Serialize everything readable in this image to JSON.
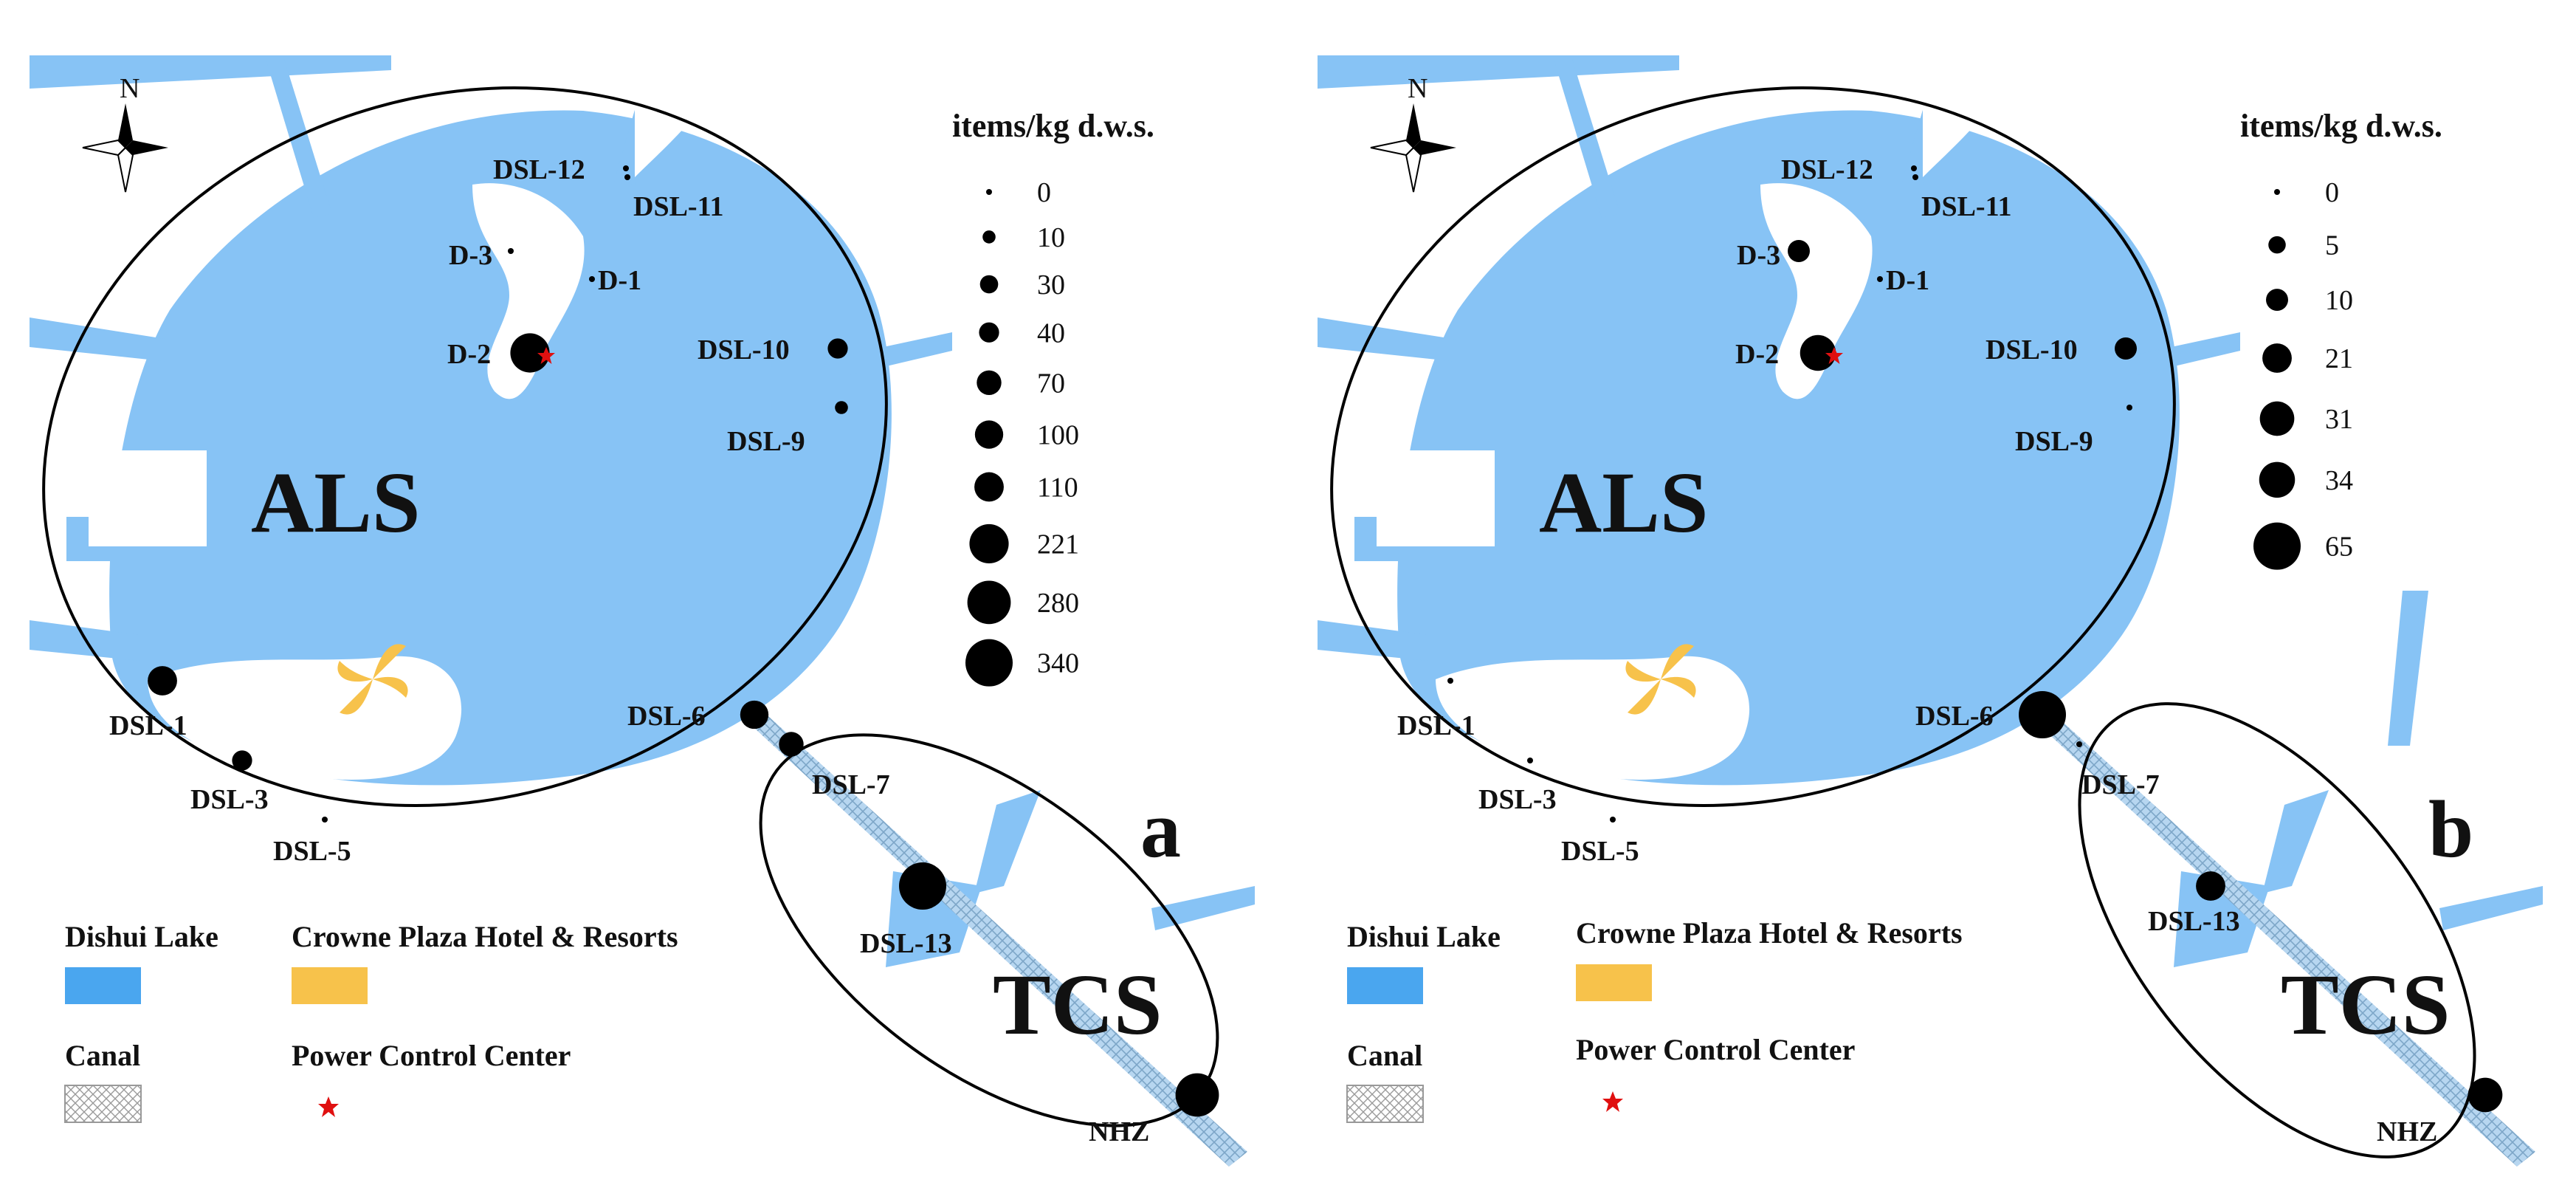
{
  "panels": [
    {
      "id": "a",
      "panel_label": "a",
      "legend_title": "items/kg d.w.s.",
      "legend_values": [
        "0",
        "10",
        "30",
        "40",
        "70",
        "100",
        "110",
        "221",
        "280",
        "340"
      ],
      "zones": [
        "ALS",
        "TCS"
      ],
      "sites": [
        {
          "label": "DSL-12",
          "value": 0
        },
        {
          "label": "DSL-11",
          "value": 0
        },
        {
          "label": "D-3",
          "value": 0
        },
        {
          "label": "D-1",
          "value": 0
        },
        {
          "label": "D-2",
          "value": 221
        },
        {
          "label": "DSL-10",
          "value": 40
        },
        {
          "label": "DSL-9",
          "value": 10
        },
        {
          "label": "DSL-1",
          "value": 110
        },
        {
          "label": "DSL-3",
          "value": 40
        },
        {
          "label": "DSL-5",
          "value": 0
        },
        {
          "label": "DSL-6",
          "value": 100
        },
        {
          "label": "DSL-7",
          "value": 70
        },
        {
          "label": "DSL-13",
          "value": 340
        },
        {
          "label": "NHZ",
          "value": 280
        }
      ]
    },
    {
      "id": "b",
      "panel_label": "b",
      "legend_title": "items/kg d.w.s.",
      "legend_values": [
        "0",
        "5",
        "10",
        "21",
        "31",
        "34",
        "65"
      ],
      "zones": [
        "ALS",
        "TCS"
      ],
      "sites": [
        {
          "label": "DSL-12",
          "value": 0
        },
        {
          "label": "DSL-11",
          "value": 0
        },
        {
          "label": "D-3",
          "value": 10
        },
        {
          "label": "D-1",
          "value": 0
        },
        {
          "label": "D-2",
          "value": 34
        },
        {
          "label": "DSL-10",
          "value": 10
        },
        {
          "label": "DSL-9",
          "value": 0
        },
        {
          "label": "DSL-1",
          "value": 0
        },
        {
          "label": "DSL-3",
          "value": 0
        },
        {
          "label": "DSL-5",
          "value": 0
        },
        {
          "label": "DSL-6",
          "value": 65
        },
        {
          "label": "DSL-7",
          "value": 0
        },
        {
          "label": "DSL-13",
          "value": 21
        },
        {
          "label": "NHZ",
          "value": 31
        }
      ]
    }
  ],
  "legend": {
    "lake": "Dishui Lake",
    "hotel": "Crowne Plaza Hotel & Resorts",
    "canal": "Canal",
    "power": "Power Control Center"
  },
  "compass_label": "N",
  "colors": {
    "lake": "#87c3f5",
    "lake_key": "#4aa6ef",
    "hotel": "#f7c24b",
    "power_star": "#e01010",
    "marker": "#000000",
    "canal_hatch": "#7da6c8"
  }
}
